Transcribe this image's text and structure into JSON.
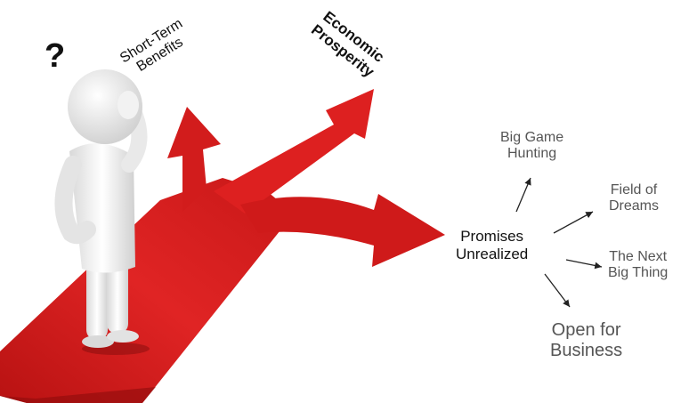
{
  "question_mark": "?",
  "paths": {
    "short_term": [
      "Short-Term",
      "Benefits"
    ],
    "economic": [
      "Economic",
      "Prosperity"
    ]
  },
  "promises": {
    "center": [
      "Promises",
      "Unrealized"
    ],
    "outcomes": {
      "big_game": [
        "Big Game",
        "Hunting"
      ],
      "field": [
        "Field of",
        "Dreams"
      ],
      "next": [
        "The Next",
        "Big Thing"
      ],
      "open": [
        "Open for",
        "Business"
      ]
    }
  },
  "colors": {
    "arrow": "#d61a1a",
    "arrow_dark": "#9e0f0f",
    "text": "#555555",
    "figure": "#eeeeee"
  }
}
